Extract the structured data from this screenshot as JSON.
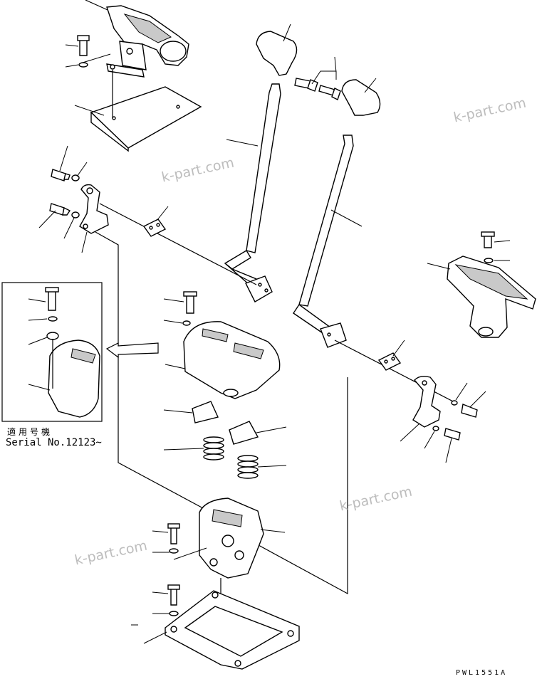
{
  "watermarks": [
    "k-part.com",
    "k-part.com",
    "k-part.com",
    "k-part.com"
  ],
  "serial_note": {
    "applicability": "適用号機",
    "serial": "Serial No.12123~"
  },
  "drawing_code": "PWL1551A"
}
